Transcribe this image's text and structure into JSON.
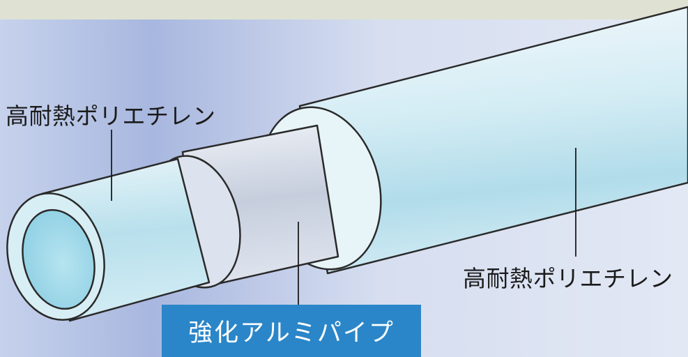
{
  "labels": {
    "inner_layer": "高耐熱ポリエチレン",
    "aluminum_layer": "強化アルミパイプ",
    "outer_layer": "高耐熱ポリエチレン"
  },
  "colors": {
    "top_band": "#dfe2d2",
    "background_light": "#dfe6f3",
    "background_blue": "#a8b8e0",
    "pipe_light": "#eef6fa",
    "pipe_teal": "#a9d8e8",
    "aluminum": "#c9d2e2",
    "outline": "#2a2a2a",
    "label_bg": "#2a86c8"
  }
}
